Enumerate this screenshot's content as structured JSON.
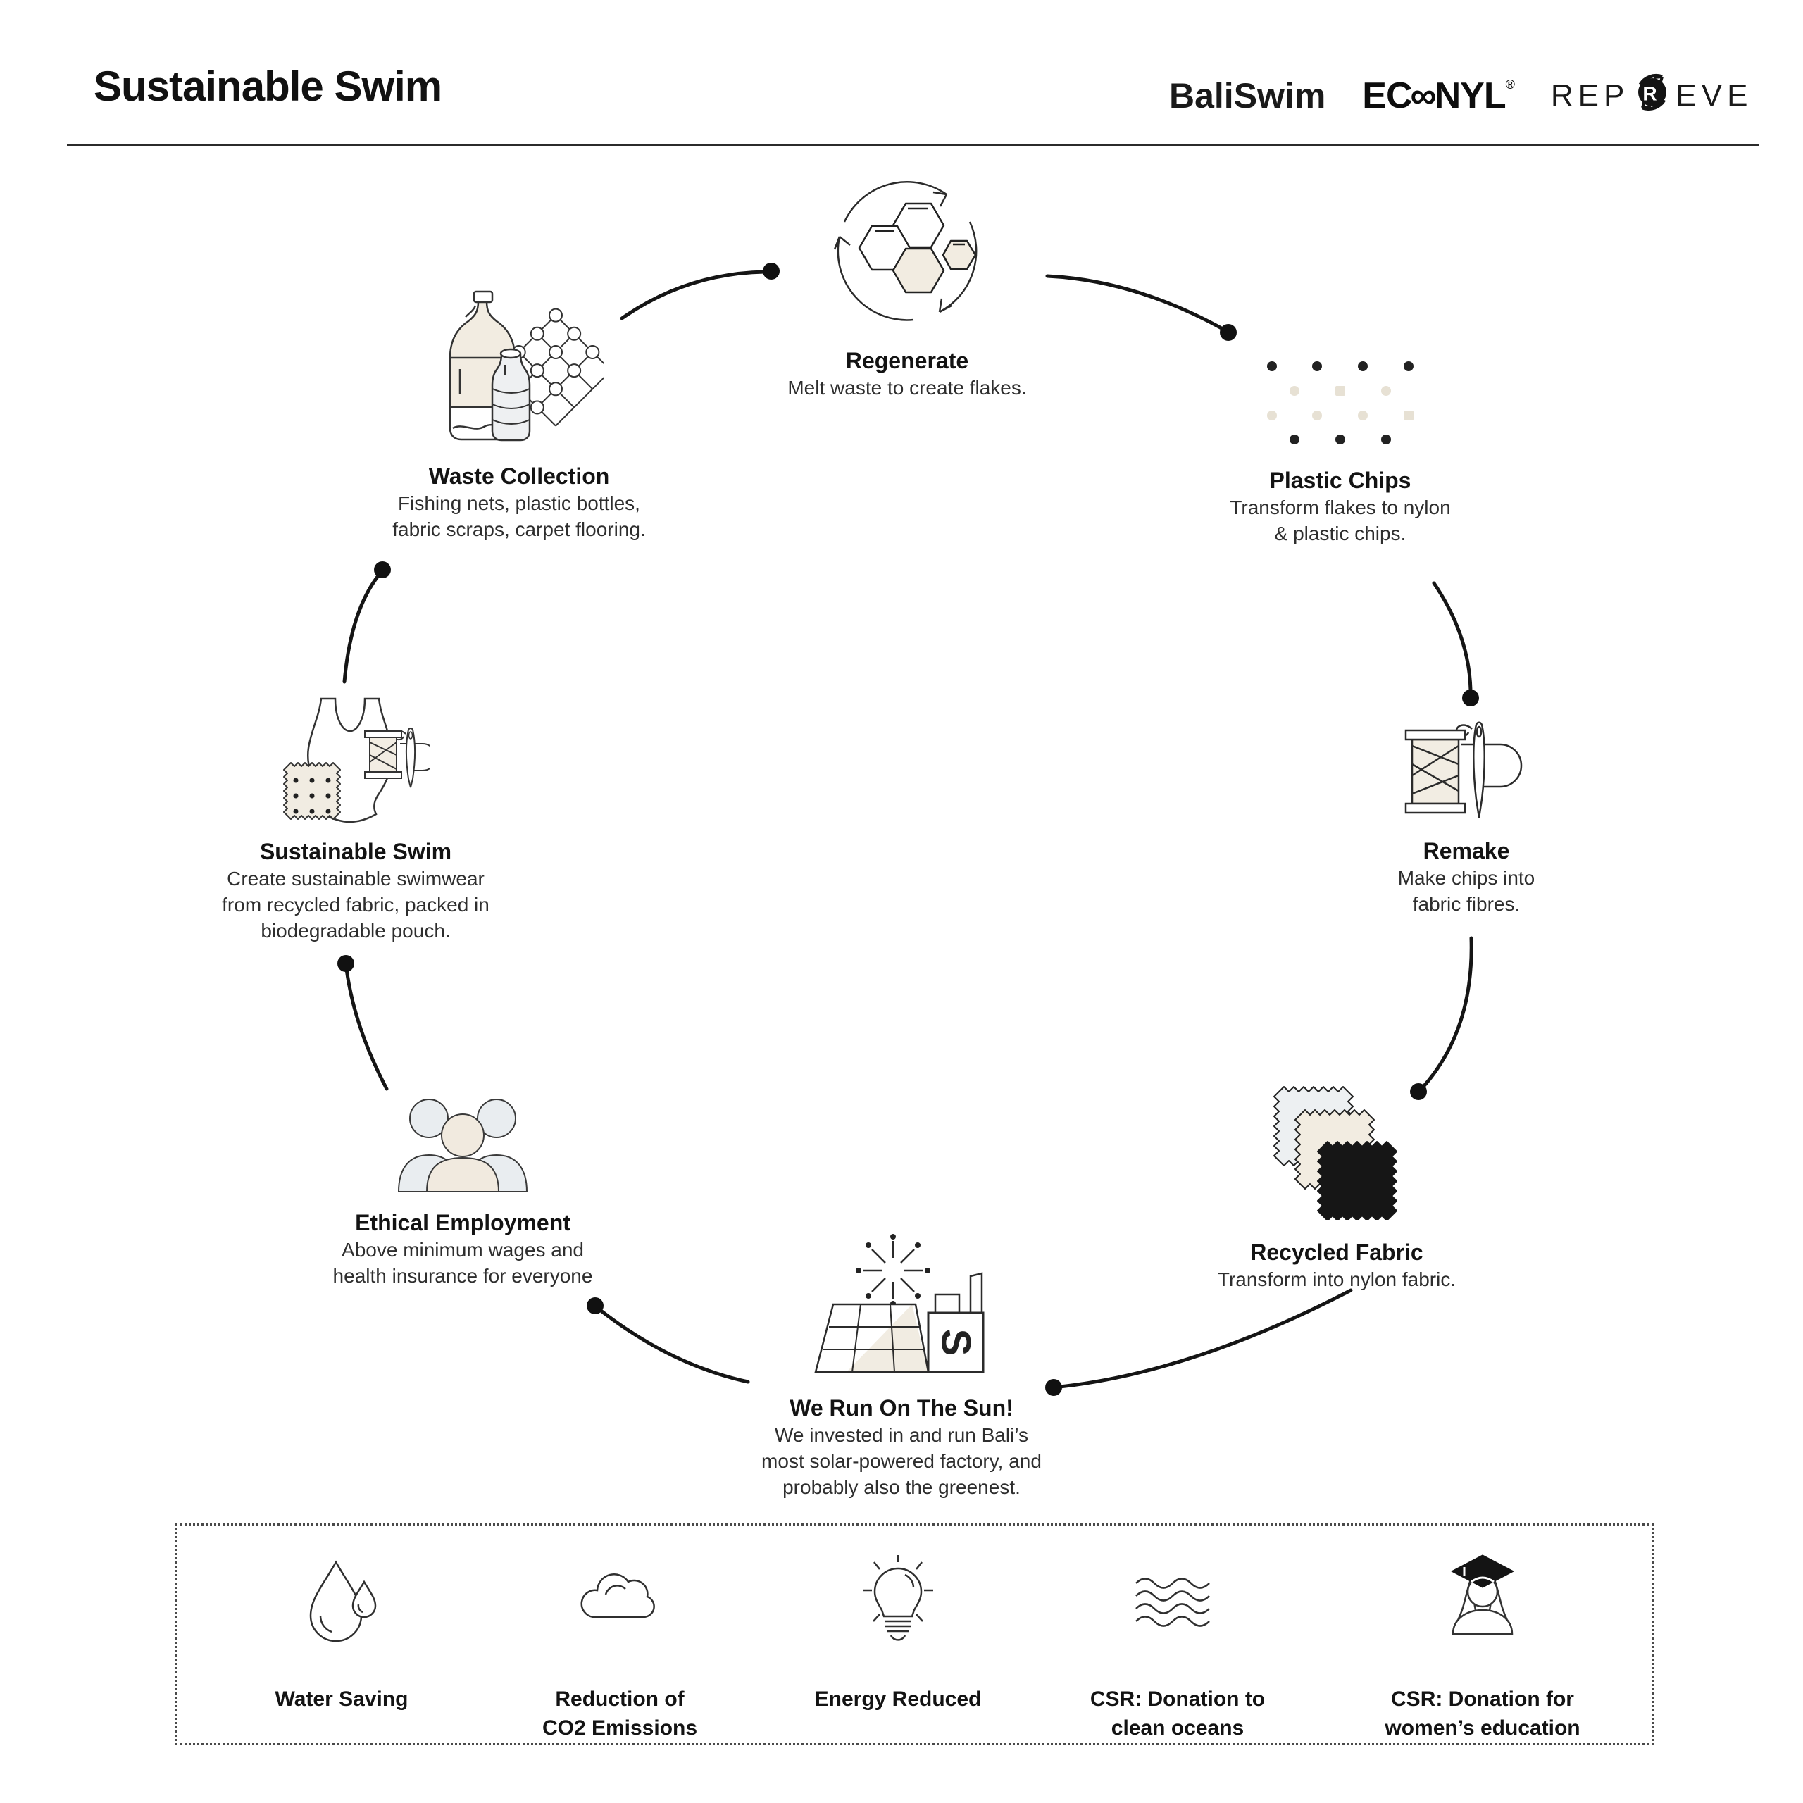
{
  "header": {
    "title": "Sustainable Swim",
    "logos": {
      "baliswim": "BaliSwim",
      "econyl_left": "EC",
      "econyl_infinity": "∞",
      "econyl_right": "NYL",
      "econyl_reg": "®",
      "repreve_left": "REP",
      "repreve_badge": "R",
      "repreve_right": "EVE"
    }
  },
  "cycle": {
    "nodes": [
      {
        "id": "regenerate",
        "title": "Regenerate",
        "lines": [
          "Melt waste to create flakes."
        ]
      },
      {
        "id": "plastic-chips",
        "title": "Plastic Chips",
        "lines": [
          "Transform flakes to nylon",
          "& plastic chips."
        ]
      },
      {
        "id": "remake",
        "title": "Remake",
        "lines": [
          "Make chips into",
          "fabric fibres."
        ]
      },
      {
        "id": "recycled-fabric",
        "title": "Recycled Fabric",
        "lines": [
          "Transform into nylon fabric."
        ]
      },
      {
        "id": "we-run-on-the-sun",
        "title": "We Run On The Sun!",
        "lines": [
          "We invested in and run Bali’s",
          "most solar-powered factory, and",
          "probably also the greenest."
        ]
      },
      {
        "id": "ethical-employment",
        "title": "Ethical Employment",
        "lines": [
          "Above minimum wages and",
          "health insurance for everyone"
        ]
      },
      {
        "id": "sustainable-swim",
        "title": "Sustainable Swim",
        "lines": [
          "Create sustainable swimwear",
          "from recycled fabric, packed in",
          "biodegradable pouch."
        ]
      },
      {
        "id": "waste-collection",
        "title": "Waste Collection",
        "lines": [
          "Fishing nets, plastic bottles,",
          "fabric scraps, carpet flooring."
        ]
      }
    ]
  },
  "benefits": [
    {
      "id": "water-saving",
      "line1": "Water Saving",
      "line2": ""
    },
    {
      "id": "co2-reduction",
      "line1": "Reduction of",
      "line2": "CO2 Emissions"
    },
    {
      "id": "energy-reduced",
      "line1": "Energy Reduced",
      "line2": ""
    },
    {
      "id": "csr-oceans",
      "line1": "CSR: Donation to",
      "line2": "clean oceans"
    },
    {
      "id": "csr-education",
      "line1": "CSR: Donation for",
      "line2": "women’s education"
    }
  ],
  "colors": {
    "ink": "#1a1a1a",
    "beige_fill": "#f2ece1",
    "light_gray_fill": "#edf0f2",
    "light_chip": "#e7e1d4",
    "black_fill": "#161616"
  }
}
